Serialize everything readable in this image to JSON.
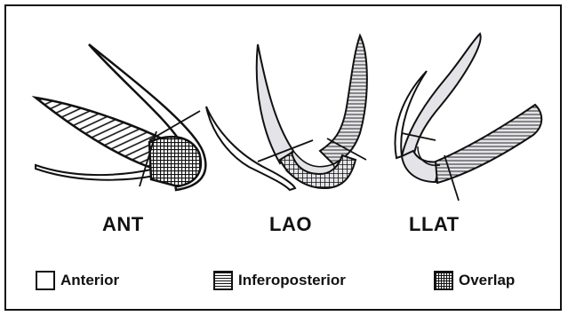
{
  "views": [
    {
      "id": "ant",
      "label": "ANT"
    },
    {
      "id": "lao",
      "label": "LAO"
    },
    {
      "id": "llat",
      "label": "LLAT"
    }
  ],
  "legend": [
    {
      "id": "anterior",
      "label": "Anterior",
      "pattern": "blank"
    },
    {
      "id": "inferoposterior",
      "label": "Inferoposterior",
      "pattern": "horizontal-lines"
    },
    {
      "id": "overlap",
      "label": "Overlap",
      "pattern": "crosshatch"
    }
  ],
  "colors": {
    "ink": "#111111",
    "fill_light": "#e4e4e8",
    "background": "#ffffff"
  }
}
